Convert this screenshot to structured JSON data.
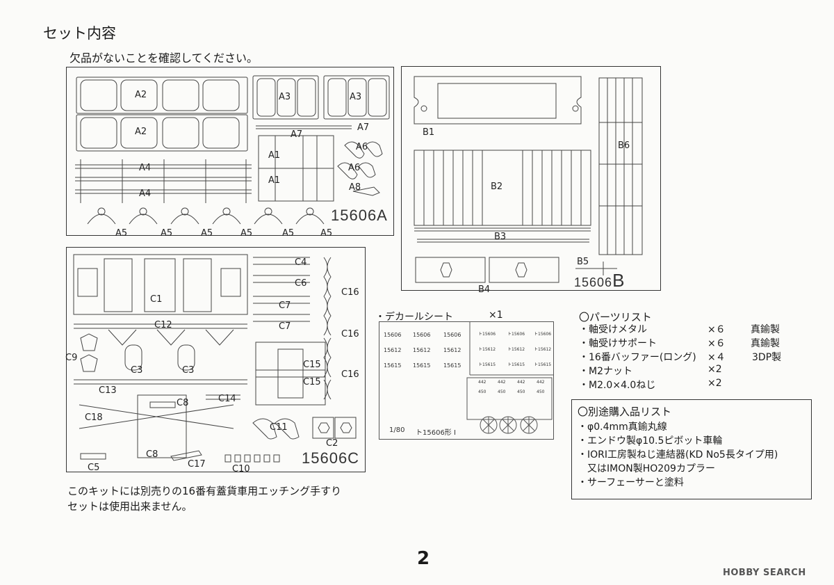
{
  "header": {
    "title": "セット内容",
    "subtitle": "欠品がないことを確認してください。"
  },
  "sheet_a": {
    "code": "15606A",
    "labels": [
      "A2",
      "A2",
      "A3",
      "A3",
      "A7",
      "A7",
      "A1",
      "A1",
      "A6",
      "A6",
      "A8",
      "A4",
      "A4",
      "A5",
      "A5",
      "A5",
      "A5",
      "A5",
      "A5"
    ]
  },
  "sheet_b": {
    "code": "15606",
    "code_letter": "B",
    "labels": [
      "B1",
      "B6",
      "B2",
      "B3",
      "B5",
      "B4"
    ]
  },
  "sheet_c": {
    "code": "15606C",
    "labels": [
      "C4",
      "C6",
      "C16",
      "C7",
      "C7",
      "C16",
      "C1",
      "C12",
      "C9",
      "C3",
      "C3",
      "C15",
      "C15",
      "C16",
      "C13",
      "C8",
      "C14",
      "C18",
      "C11",
      "C2",
      "C8",
      "C5",
      "C17",
      "C10"
    ]
  },
  "decal": {
    "title": "・デカールシート",
    "qty": "×1",
    "scale": "1/80",
    "name": "ト15606形 I",
    "big_rows": [
      [
        "15606",
        "15606",
        "15606"
      ],
      [
        "15612",
        "15612",
        "15612"
      ],
      [
        "15615",
        "15615",
        "15615"
      ]
    ],
    "small_rows": [
      [
        "ト15606",
        "ト15606",
        "ト15606"
      ],
      [
        "ト15612",
        "ト15612",
        "ト15612"
      ],
      [
        "ト15615",
        "ト15615",
        "ト15615"
      ]
    ],
    "num_rows": [
      [
        "442",
        "442",
        "442",
        "442"
      ],
      [
        "450",
        "450",
        "450",
        "450"
      ]
    ]
  },
  "parts_list": {
    "title": "〇パーツリスト",
    "items": [
      {
        "name": "・軸受けメタル",
        "qty": "×６",
        "material": "真鍮製"
      },
      {
        "name": "・軸受けサポート",
        "qty": "×６",
        "material": "真鍮製"
      },
      {
        "name": "・16番バッファー(ロング)",
        "qty": "×４",
        "material": "3DP製"
      },
      {
        "name": "・M2ナット",
        "qty": "×2",
        "material": ""
      },
      {
        "name": "・M2.0×4.0ねじ",
        "qty": "×2",
        "material": ""
      }
    ]
  },
  "extra_list": {
    "title": "〇別途購入品リスト",
    "items": [
      "・φ0.4mm真鍮丸線",
      "・エンドウ製φ10.5ピボット車輪",
      "・IORI工房製ねじ連結器(KD No5長タイプ用)",
      "　又はIMON製HO209カプラー",
      "・サーフェーサーと塗料"
    ]
  },
  "note": {
    "line1": "このキットには別売りの16番有蓋貨車用エッチング手すり",
    "line2": "セットは使用出来ません。"
  },
  "footer": {
    "page_number": "2",
    "logo": "HOBBY SEARCH"
  }
}
